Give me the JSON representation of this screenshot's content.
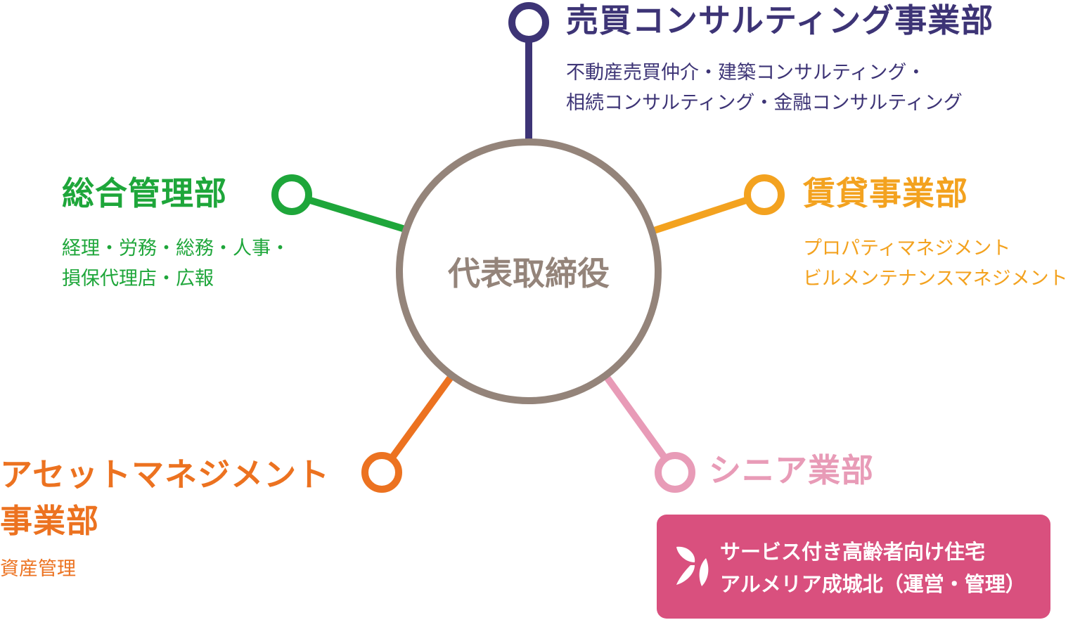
{
  "center": {
    "label": "代表取締役"
  },
  "departments": {
    "sales": {
      "title": "売買コンサルティング事業部",
      "desc": [
        "不動産売買仲介・建築コンサルティング・",
        "相続コンサルティング・金融コンサルティング"
      ],
      "color": "#3d3476"
    },
    "general": {
      "title": "総合管理部",
      "desc": [
        "経理・労務・総務・人事・",
        "損保代理店・広報"
      ],
      "color": "#1ea63a"
    },
    "rental": {
      "title": "賃貸事業部",
      "desc": [
        "プロパティマネジメント",
        "ビルメンテナンスマネジメント"
      ],
      "color": "#f3a21f"
    },
    "asset": {
      "title": [
        "アセットマネジメント",
        "事業部"
      ],
      "desc": [
        "資産管理"
      ],
      "color": "#ec7220"
    },
    "senior": {
      "title": "シニア業部",
      "color": "#e89bb7",
      "box": {
        "lines": [
          "サービス付き高齢者向け住宅",
          "アルメリア成城北（運営・管理）"
        ],
        "color": "#d9507e"
      }
    }
  }
}
